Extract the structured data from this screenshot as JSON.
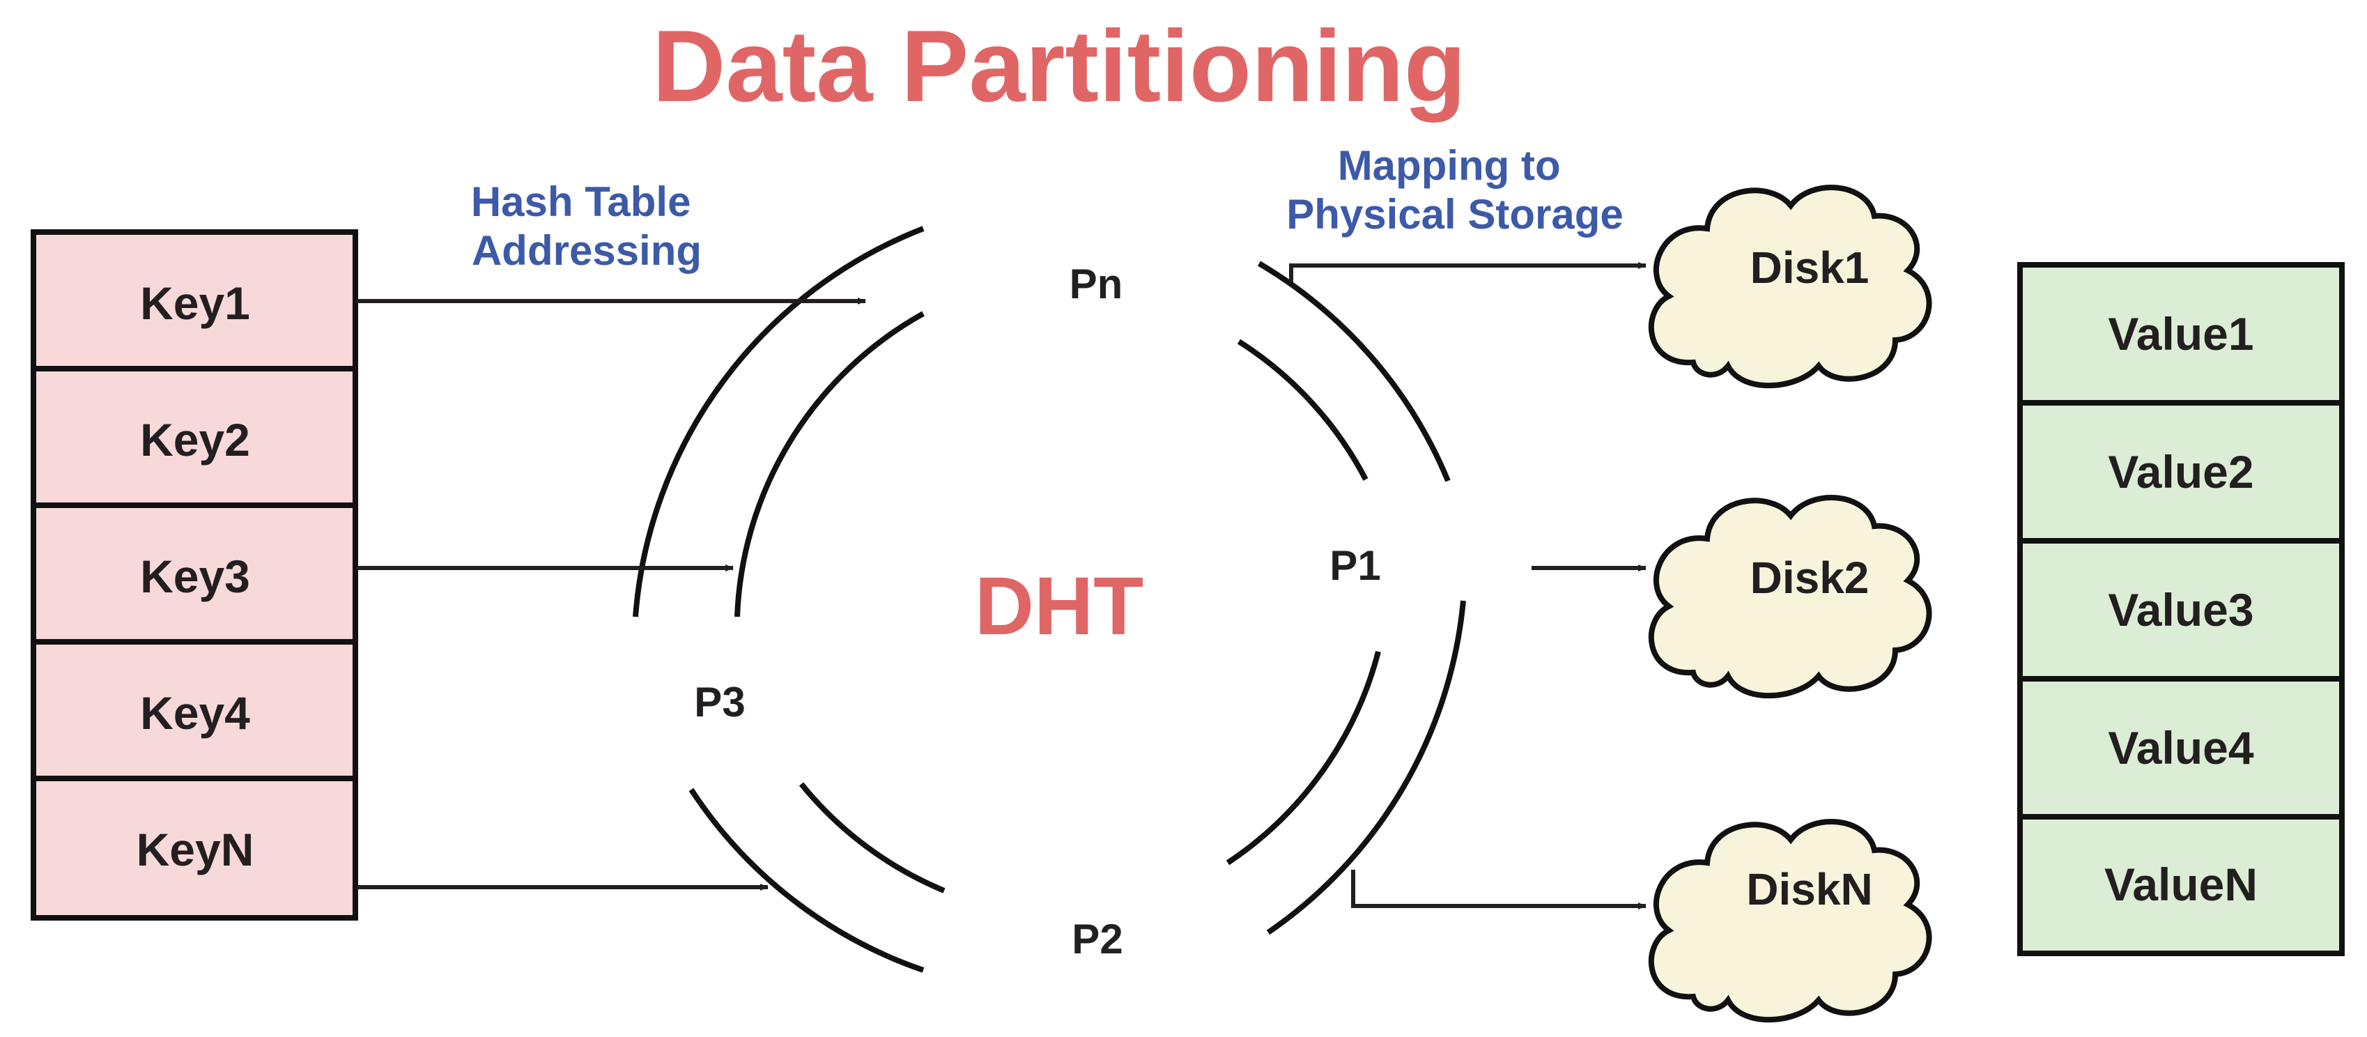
{
  "title": "Data Partitioning",
  "center_label": "DHT",
  "hash_label": [
    "Hash Table",
    "Addressing"
  ],
  "mapping_label": [
    "Mapping to",
    "Physical Storage"
  ],
  "partitions": {
    "pn": "Pn",
    "p1": "P1",
    "p2": "P2",
    "p3": "P3"
  },
  "keys": [
    "Key1",
    "Key2",
    "Key3",
    "Key4",
    "KeyN"
  ],
  "disks": [
    "Disk1",
    "Disk2",
    "DiskN"
  ],
  "values": [
    "Value1",
    "Value2",
    "Value3",
    "Value4",
    "ValueN"
  ],
  "colors": {
    "title": "#e06666",
    "labels_blue": "#3d5aa8",
    "key_fill": "#f7d9d9",
    "value_fill": "#dcedd6",
    "disk_fill": "#f8f4dc",
    "line": "#111111"
  }
}
